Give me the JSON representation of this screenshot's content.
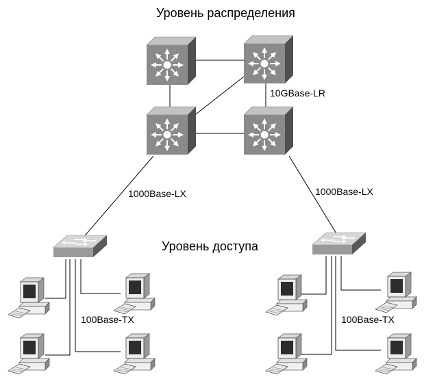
{
  "labels": {
    "distribution_level": "Уровень распределения",
    "access_level": "Уровень доступа",
    "link_10g": "10GBase-LR",
    "link_1000_left": "1000Base-LX",
    "link_1000_right": "1000Base-LX",
    "link_100_left": "100Base-TX",
    "link_100_right": "100Base-TX"
  },
  "nodes": {
    "core_switches": [
      "core-switch-top-left",
      "core-switch-top-right",
      "core-switch-bottom-left",
      "core-switch-bottom-right"
    ],
    "access_switches": [
      "access-switch-left",
      "access-switch-right"
    ],
    "workstations_per_access_switch": 4
  },
  "colors": {
    "switch_front": "#8c8c8c",
    "switch_top": "#b5b5b5",
    "switch_side": "#5e5e5e",
    "arrows": "#ffffff",
    "lines": "#000000"
  }
}
